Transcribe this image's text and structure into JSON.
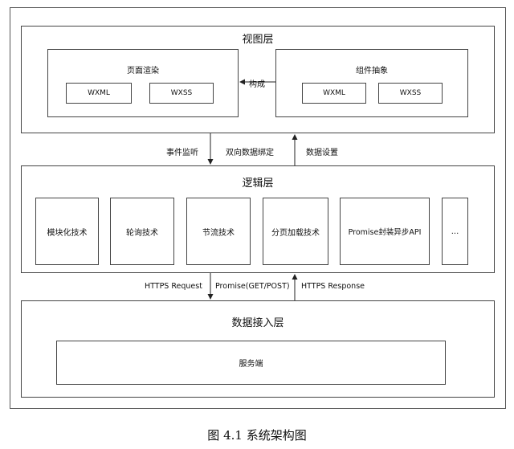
{
  "view_layer": {
    "title": "视图层",
    "page_render": {
      "label": "页面渲染",
      "wxml": "WXML",
      "wxss": "WXSS"
    },
    "component_abstract": {
      "label": "组件抽象",
      "wxml": "WXML",
      "wxss": "WXSS"
    },
    "compose_label": "构成"
  },
  "view_logic_links": {
    "event_listen": "事件监听",
    "two_way_binding": "双向数据绑定",
    "data_set": "数据设置"
  },
  "logic_layer": {
    "title": "逻辑层",
    "techs": [
      "模块化技术",
      "轮询技术",
      "节流技术",
      "分页加载技术",
      "Promise封装异步API",
      "..."
    ]
  },
  "logic_data_links": {
    "https_request": "HTTPS Request",
    "promise": "Promise(GET/POST)",
    "https_response": "HTTPS Response"
  },
  "data_layer": {
    "title": "数据接入层",
    "server": "服务端"
  },
  "caption": "图 4.1 系统架构图"
}
